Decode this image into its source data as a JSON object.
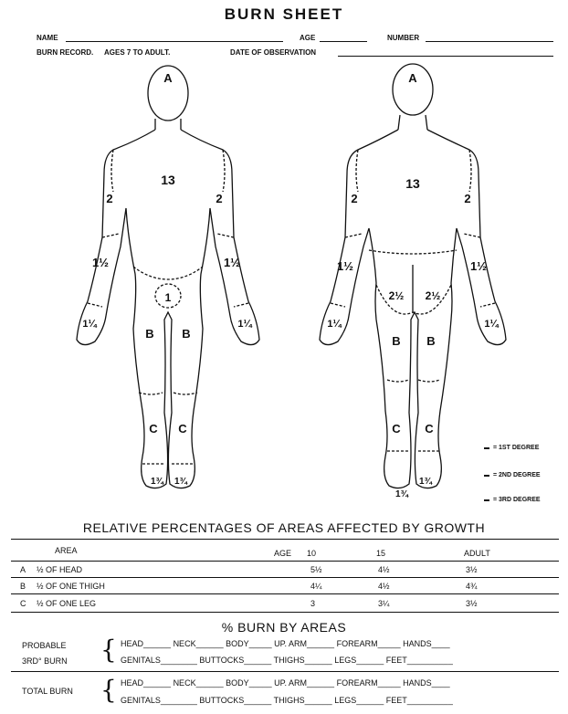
{
  "title": "BURN SHEET",
  "header": {
    "name_label": "NAME",
    "age_label": "AGE",
    "number_label": "NUMBER",
    "record_label": "BURN RECORD.",
    "ages_label": "AGES 7 TO ADULT.",
    "date_label": "DATE OF OBSERVATION"
  },
  "front_figure": {
    "head": "A",
    "body": "13",
    "left_upper_arm": "2",
    "right_upper_arm": "2",
    "left_forearm": "1½",
    "right_forearm": "1½",
    "genitals": "1",
    "left_hand": "1¼",
    "right_hand": "1¼",
    "left_thigh": "B",
    "right_thigh": "B",
    "left_leg": "C",
    "right_leg": "C",
    "left_foot": "1¾",
    "right_foot": "1¾"
  },
  "back_figure": {
    "head": "A",
    "body": "13",
    "left_upper_arm": "2",
    "right_upper_arm": "2",
    "left_forearm": "1½",
    "right_forearm": "1½",
    "left_buttock": "2½",
    "right_buttock": "2½",
    "left_hand": "1¼",
    "right_hand": "1¼",
    "left_thigh": "B",
    "right_thigh": "B",
    "left_leg": "C",
    "right_leg": "C",
    "left_foot": "1¾",
    "right_foot": "1¾"
  },
  "legend": [
    "= 1ST DEGREE",
    "= 2ND DEGREE",
    "= 3RD DEGREE"
  ],
  "growth_table": {
    "title": "RELATIVE PERCENTAGES OF AREAS AFFECTED BY GROWTH",
    "col_area": "AREA",
    "col_age": "AGE",
    "ages": [
      "10",
      "15",
      "ADULT"
    ],
    "rows": [
      {
        "key": "A",
        "label": "½ OF HEAD",
        "values": [
          "5½",
          "4½",
          "3½"
        ]
      },
      {
        "key": "B",
        "label": "½ OF ONE THIGH",
        "values": [
          "4¼",
          "4½",
          "4¾"
        ]
      },
      {
        "key": "C",
        "label": "½ OF ONE LEG",
        "values": [
          "3",
          "3¼",
          "3½"
        ]
      }
    ]
  },
  "burn_areas": {
    "title": "% BURN BY AREAS",
    "probable_label_1": "PROBABLE",
    "probable_label_2": "3RD° BURN",
    "total_label": "TOTAL BURN",
    "row1": [
      "HEAD",
      "NECK",
      "BODY",
      "UP. ARM",
      "FOREARM",
      "HANDS"
    ],
    "row2": [
      "GENITALS",
      "BUTTOCKS",
      "THIGHS",
      "LEGS",
      "FEET"
    ]
  }
}
